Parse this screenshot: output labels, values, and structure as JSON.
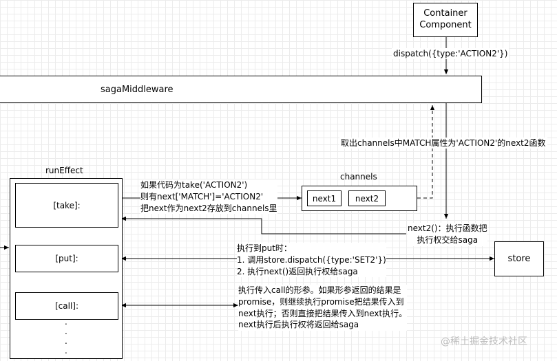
{
  "nodes": {
    "container": [
      "Container",
      "Component"
    ],
    "saga_middleware": "sagaMiddleware",
    "run_effect_title": "runEffect",
    "channels_title": "channels",
    "next1": "next1",
    "next2": "next2",
    "take_slot": "[take]:",
    "put_slot": "[put]:",
    "call_slot": "[call]:",
    "store": "store"
  },
  "edge_labels": {
    "dispatch": "dispatch({type:'ACTION2'})",
    "take_lines": [
      "如果代码为take('ACTION2')",
      "则有next['MATCH']='ACTION2'",
      "把next作为next2存放到channels里"
    ],
    "channels_match": "取出channels中MATCH属性为'ACTION2'的next2函数",
    "next2_call": [
      "next2()：执行函数把",
      "执行权交给saga"
    ],
    "put_lines": [
      "执行到put时：",
      "1. 调用store.dispatch({type:'SET2'})",
      "2. 执行next()返回执行权给saga"
    ],
    "call_lines": [
      "执行传入call的形参。如果形参返回的结果是",
      "promise，则继续执行promise把结果传入到",
      "next执行；否则直接把结果传入到next执行。",
      "next执行后执行权将返回给saga"
    ]
  },
  "watermark": "@稀土掘金技术社区",
  "colors": {
    "line": "#000000",
    "box_fill": "#ffffff",
    "grid": "#ececec",
    "watermark": "#bdbdbd"
  }
}
